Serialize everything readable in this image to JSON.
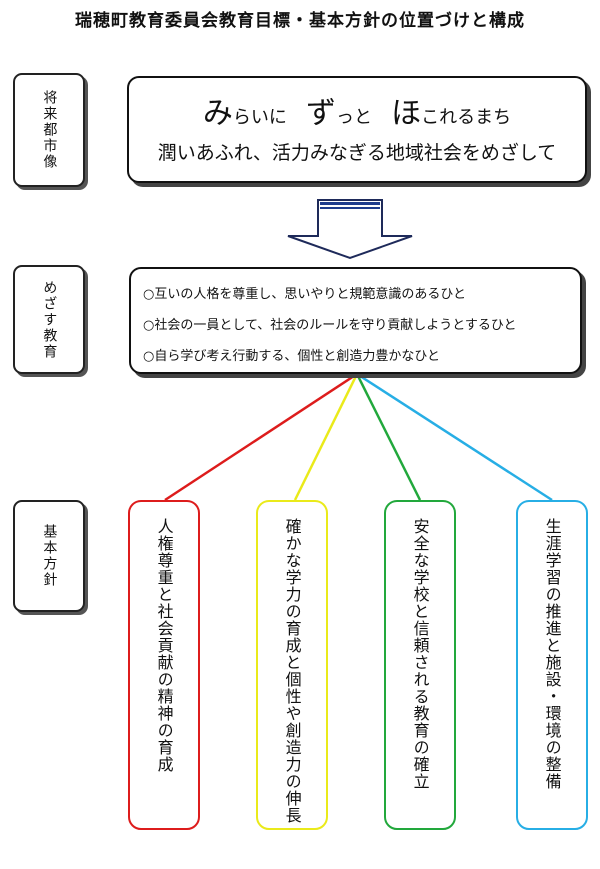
{
  "title": "瑞穂町教育委員会教育目標・基本方針の位置づけと構成",
  "labels": {
    "vision": "将来都市像",
    "goals": "めざす教育",
    "policies": "基本方針"
  },
  "vision": {
    "slogan_parts": [
      "み",
      "らいに",
      "ず",
      "っと",
      "ほ",
      "これるまち"
    ],
    "subtitle": "潤いあふれ、活力みなぎる地域社会をめざして"
  },
  "goals": [
    "○互いの人格を尊重し、思いやりと規範意識のあるひと",
    "○社会の一員として、社会のルールを守り貢献しようとするひと",
    "○自ら学び考え行動する、個性と創造力豊かなひと"
  ],
  "policies": [
    {
      "text": "人権尊重と社会貢献の精神の育成",
      "color": "#dd1c1c"
    },
    {
      "text": "確かな学力の育成と個性や創造力の伸長",
      "color": "#eaea1a"
    },
    {
      "text": "安全な学校と信頼される教育の確立",
      "color": "#22a83c"
    },
    {
      "text": "生涯学習の推進と施設・環境の整備",
      "color": "#27aee5"
    }
  ]
}
